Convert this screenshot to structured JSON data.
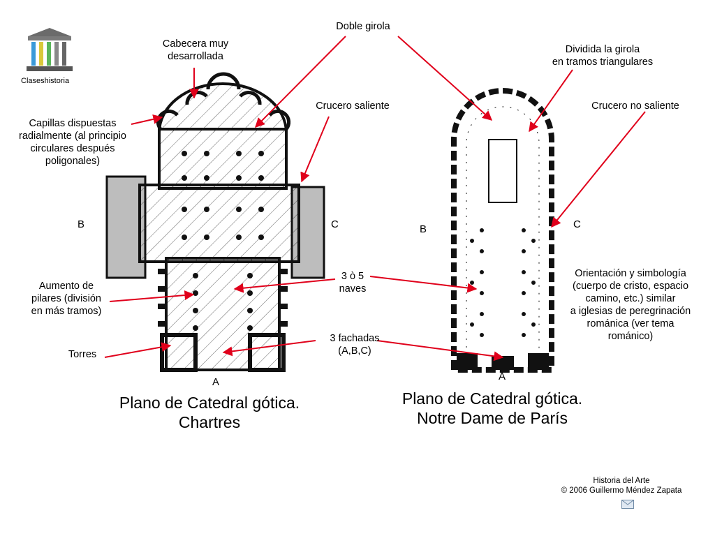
{
  "logo": {
    "text": "Claseshistoria",
    "icon": "greek-temple-icon"
  },
  "labels": {
    "doble_girola": "Doble girola",
    "cabecera": [
      "Cabecera muy",
      "desarrollada"
    ],
    "dividida": [
      "Dividida la girola",
      "en tramos triangulares"
    ],
    "capillas": [
      "Capillas dispuestas",
      "radialmente (al principio",
      "circulares después",
      "poligonales)"
    ],
    "crucero_saliente": "Crucero  saliente",
    "crucero_no_saliente": "Crucero no saliente",
    "aumento": [
      "Aumento de",
      "pilares (división",
      "en más tramos)"
    ],
    "naves": [
      "3 ò 5",
      "naves"
    ],
    "orientacion": [
      "Orientación y simbología",
      "(cuerpo de cristo, espacio",
      "camino, etc.) similar",
      "a iglesias de peregrinación",
      "románica (ver tema",
      "románico)"
    ],
    "fachadas": [
      "3 fachadas",
      "(A,B,C)"
    ],
    "torres": "Torres"
  },
  "plan_letters": {
    "chartres": {
      "b": "B",
      "c": "C",
      "a": "A"
    },
    "notre_dame": {
      "b": "B",
      "c": "C",
      "a": "A"
    }
  },
  "titles": {
    "chartres": [
      "Plano de Catedral gótica.",
      "Chartres"
    ],
    "notre_dame": [
      "Plano de Catedral gótica.",
      "Notre Dame de París"
    ]
  },
  "footer": {
    "line1": "Historia del Arte",
    "line2": "© 2006 Guillermo Méndez Zapata",
    "icon": "envelope-icon"
  },
  "colors": {
    "arrow": "#e0001b",
    "plan": "#111111"
  }
}
